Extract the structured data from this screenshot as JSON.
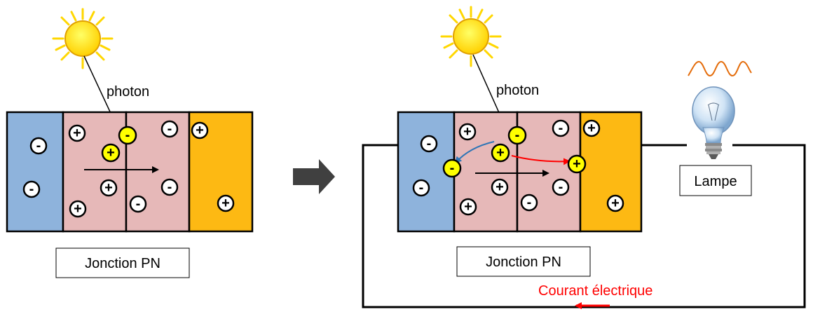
{
  "left_panel": {
    "photon_label": "photon",
    "junction_label": "Jonction PN"
  },
  "right_panel": {
    "photon_label": "photon",
    "junction_label": "Jonction PN",
    "lamp_label": "Lampe",
    "current_label": "Courant électrique"
  },
  "charges": {
    "negative_symbol": "-",
    "positive_symbol": "+"
  },
  "colors": {
    "n_region": "#8eb3dc",
    "depletion_region": "#e6b8b8",
    "p_region": "#fdb913",
    "sun": "#ffd700",
    "sun_rays": "#ffd700",
    "highlight_charge": "#ffff00",
    "current_arrow": "#ff0000",
    "electron_path": "#2e75b6",
    "hole_path": "#ff0000",
    "transition_arrow": "#404040",
    "heat_wave": "#e46c0a"
  },
  "icons": [
    "sun-icon",
    "light-bulb-icon",
    "right-arrow-icon"
  ]
}
